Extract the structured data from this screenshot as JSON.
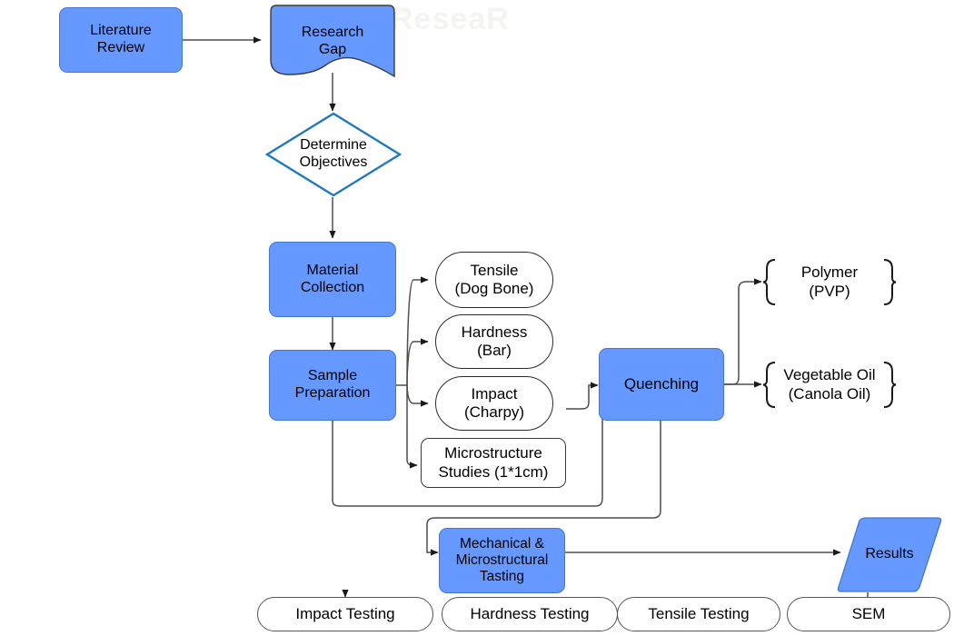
{
  "diagram": {
    "title": "Research Methodology Flowchart",
    "colors": {
      "process_fill": "#6699ff",
      "process_stroke": "#4477cc",
      "decision_stroke": "#1f78c1",
      "decision_fill": "#ffffff",
      "shape_stroke": "#2b2b2b",
      "connector": "#4d4d4d",
      "background": "#ffffff",
      "text": "#000000"
    },
    "watermark": "ReseaR",
    "nodes": {
      "literature_review": {
        "label": "Literature\nReview",
        "shape": "rounded-rect",
        "fill": "blue"
      },
      "research_gap": {
        "label": "Research\nGap",
        "shape": "document",
        "fill": "blue"
      },
      "determine_objectives": {
        "label": "Determine\nObjectives",
        "shape": "diamond",
        "fill": "white"
      },
      "material_collection": {
        "label": "Material\nCollection",
        "shape": "rounded-rect",
        "fill": "blue"
      },
      "sample_preparation": {
        "label": "Sample\nPreparation",
        "shape": "rounded-rect",
        "fill": "blue"
      },
      "tensile": {
        "label": "Tensile\n(Dog Bone)",
        "shape": "stadium",
        "fill": "white"
      },
      "hardness": {
        "label": "Hardness\n(Bar)",
        "shape": "stadium",
        "fill": "white"
      },
      "impact": {
        "label": "Impact\n(Charpy)",
        "shape": "stadium",
        "fill": "white"
      },
      "microstructure": {
        "label": "Microstructure\nStudies (1*1cm)",
        "shape": "rounded-rect",
        "fill": "white"
      },
      "quenching": {
        "label": "Quenching",
        "shape": "rounded-rect",
        "fill": "blue"
      },
      "polymer": {
        "label": "Polymer\n(PVP)",
        "shape": "bracket",
        "fill": "white"
      },
      "vegetable_oil": {
        "label": "Vegetable Oil\n(Canola Oil)",
        "shape": "bracket",
        "fill": "white"
      },
      "mechanical_microstructural": {
        "label": "Mechanical &\nMicrostructural\nTasting",
        "shape": "rounded-rect",
        "fill": "blue"
      },
      "results": {
        "label": "Results",
        "shape": "parallelogram",
        "fill": "blue"
      },
      "impact_testing": {
        "label": "Impact  Testing",
        "shape": "stadium",
        "fill": "white"
      },
      "hardness_testing": {
        "label": "Hardness Testing",
        "shape": "stadium",
        "fill": "white"
      },
      "tensile_testing": {
        "label": "Tensile Testing",
        "shape": "stadium",
        "fill": "white"
      },
      "sem": {
        "label": "SEM",
        "shape": "stadium",
        "fill": "white"
      }
    },
    "edges": [
      {
        "from": "literature_review",
        "to": "research_gap",
        "arrow": true
      },
      {
        "from": "research_gap",
        "to": "determine_objectives",
        "arrow": true
      },
      {
        "from": "determine_objectives",
        "to": "material_collection",
        "arrow": true
      },
      {
        "from": "material_collection",
        "to": "sample_preparation",
        "arrow": true
      },
      {
        "from": "sample_preparation",
        "to": "tensile",
        "arrow": true
      },
      {
        "from": "sample_preparation",
        "to": "hardness",
        "arrow": true
      },
      {
        "from": "sample_preparation",
        "to": "impact",
        "arrow": true
      },
      {
        "from": "sample_preparation",
        "to": "microstructure",
        "arrow": true
      },
      {
        "from": "microstructure",
        "to": "quenching",
        "arrow": true
      },
      {
        "from": "quenching",
        "to": "polymer",
        "arrow": true
      },
      {
        "from": "quenching",
        "to": "vegetable_oil",
        "arrow": true
      },
      {
        "from": "quenching",
        "to": "mechanical_microstructural",
        "arrow": true
      },
      {
        "from": "sample_preparation",
        "to": "mechanical_microstructural",
        "arrow": true
      },
      {
        "from": "mechanical_microstructural",
        "to": "results",
        "arrow": true
      },
      {
        "from": "mechanical_microstructural",
        "to": "impact_testing",
        "arrow": true
      },
      {
        "from": "results",
        "to": "sem",
        "arrow": false
      }
    ]
  }
}
